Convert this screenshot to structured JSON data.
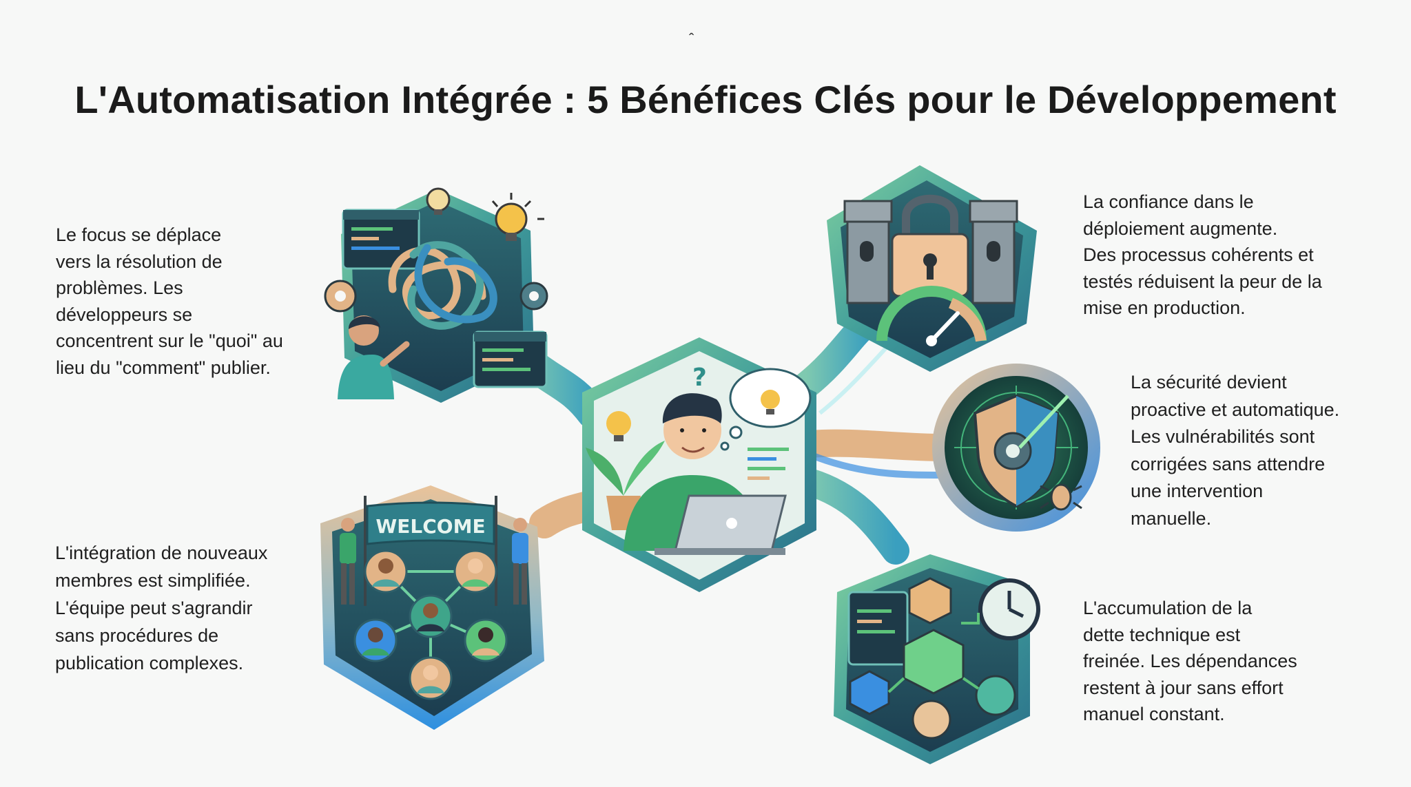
{
  "title": "L'Automatisation Intégrée : 5 Bénéfices Clés pour le Développement",
  "center": {
    "icons": [
      "developer-icon",
      "laptop-icon",
      "thought-bubble-icon",
      "lightbulb-icon",
      "plant-icon",
      "question-mark-icon"
    ],
    "question_mark": "?"
  },
  "benefits": [
    {
      "id": "focus",
      "lines": [
        "Le focus se déplace",
        "vers la résolution de",
        "problèmes. Les",
        "développeurs se",
        "concentrent sur le \"quoi\" au",
        "lieu du \"comment\" publier."
      ],
      "icons": [
        "tangled-knot-icon",
        "lightbulb-icon",
        "gear-icon",
        "code-window-icon",
        "developer-icon"
      ]
    },
    {
      "id": "confidence",
      "lines": [
        "La confiance dans le",
        "déploiement augmente.",
        "Des processus cohérents et",
        "testés réduisent la peur de la",
        "mise en production."
      ],
      "icons": [
        "castle-tower-icon",
        "padlock-icon",
        "gauge-icon"
      ]
    },
    {
      "id": "security",
      "lines": [
        "La sécurité devient",
        "proactive et automatique.",
        "Les vulnérabilités sont",
        "corrigées sans attendre",
        "une intervention",
        "manuelle."
      ],
      "icons": [
        "shield-icon",
        "gear-icon",
        "bug-icon",
        "radar-icon"
      ]
    },
    {
      "id": "onboarding",
      "lines": [
        "L'intégration de nouveaux",
        "membres est simplifiée.",
        "L'équipe peut s'agrandir",
        "sans procédures de",
        "publication complexes."
      ],
      "icons": [
        "welcome-banner-icon",
        "team-network-icon",
        "person-icon"
      ],
      "banner_text": "WELCOME"
    },
    {
      "id": "tech-debt",
      "lines": [
        "L'accumulation de la",
        "dette technique est",
        "freinée. Les dépendances",
        "restent à jour sans effort",
        "manuel constant."
      ],
      "icons": [
        "clock-icon",
        "cube-icon",
        "sphere-icon",
        "code-window-icon"
      ]
    }
  ],
  "colors": {
    "teal": "#2f8f8a",
    "dark_teal": "#1f4f5a",
    "green": "#5cc27a",
    "blue": "#3a8fe0",
    "tan": "#e2b487",
    "text": "#1f1f1f"
  }
}
